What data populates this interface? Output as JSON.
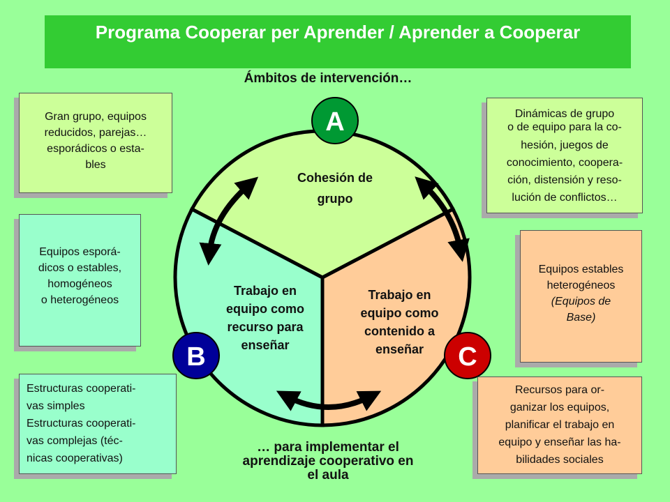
{
  "title": "Programa Cooperar per Aprender / Aprender a Cooperar",
  "subtitle_top": "Ámbitos de intervención…",
  "subtitle_bottom": [
    "… para implementar el",
    "aprendizaje cooperativo en",
    "el aula"
  ],
  "sections": {
    "a": {
      "letter": "A",
      "label": [
        "Cohesión de",
        "grupo"
      ]
    },
    "b": {
      "letter": "B",
      "label": [
        "Trabajo en",
        "equipo como",
        "recurso para",
        "enseñar"
      ]
    },
    "c": {
      "letter": "C",
      "label": [
        "Trabajo en",
        "equipo como",
        "contenido a",
        "enseñar"
      ]
    }
  },
  "boxes": {
    "a_left": [
      "Gran grupo, equipos",
      "reducidos, parejas…",
      "esporádicos o esta-",
      "bles"
    ],
    "a_right": [
      "Dinámicas de grupo",
      "o de equipo para la co-",
      "hesión, juegos de",
      "conocimiento, coopera-",
      "ción, distensión y reso-",
      "lución de conflictos…"
    ],
    "b_left_1": [
      "Equipos esporá-",
      "dicos o estables,",
      "homogéneos",
      "o heterogéneos"
    ],
    "b_left_2": [
      "Estructuras cooperati-",
      "vas simples",
      "Estructuras cooperati-",
      "vas complejas (téc-",
      "nicas cooperativas)"
    ],
    "c_right_1": [
      "Equipos estables",
      "heterogéneos",
      "(Equipos de",
      "Base)"
    ],
    "c_right_2": [
      "Recursos para or-",
      "ganizar los equipos,",
      "planificar el trabajo en",
      "equipo y enseñar las ha-",
      "bilidades sociales"
    ]
  },
  "colors": {
    "background": "#99ff99",
    "title_bar": "#33cc33",
    "section_a": "#ccff99",
    "section_b": "#99ffcc",
    "section_c": "#ffcc99",
    "circle_a": "#009933",
    "circle_b": "#000099",
    "circle_c": "#cc0000"
  }
}
